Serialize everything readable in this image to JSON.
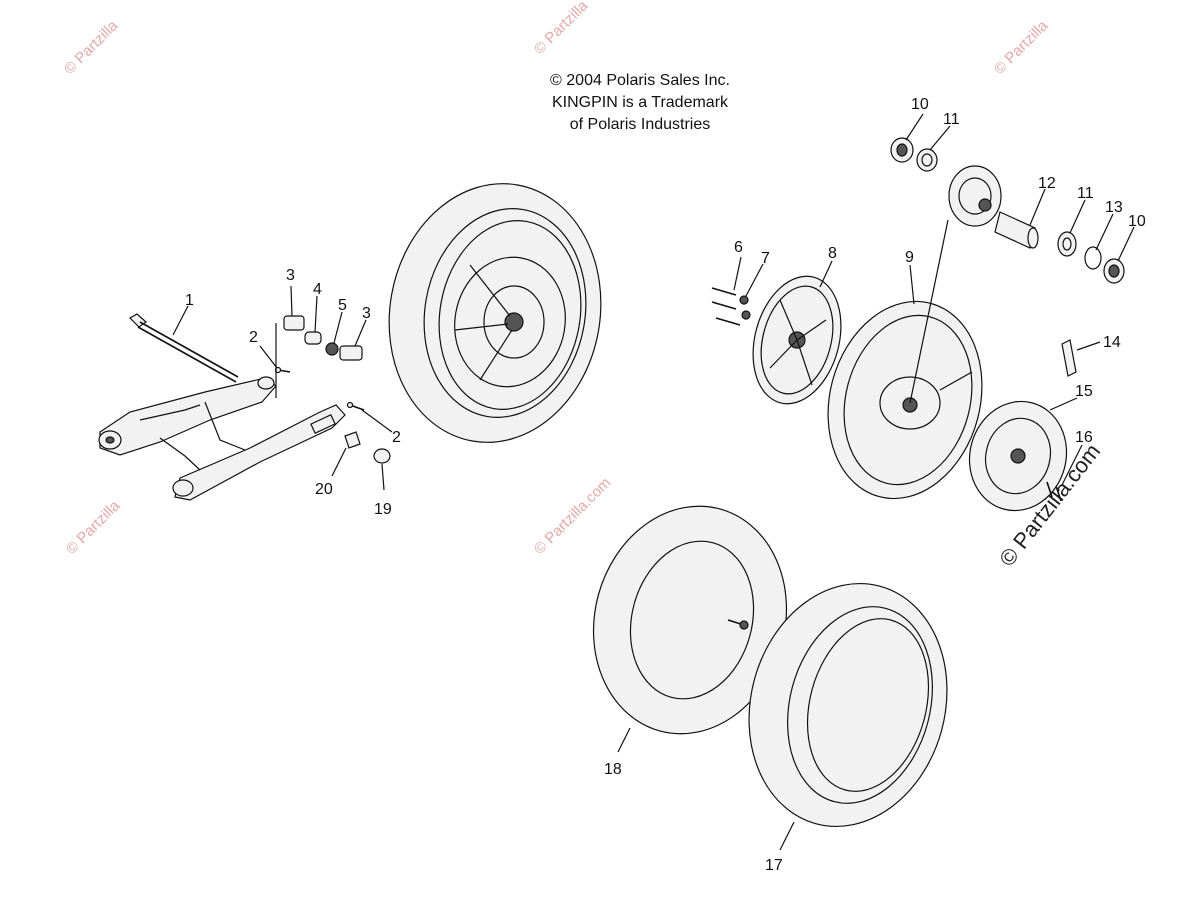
{
  "header": {
    "copyright_line": "© 2004 Polaris Sales Inc.",
    "trademark_line1": "KINGPIN is a Trademark",
    "trademark_line2": "of Polaris Industries"
  },
  "watermark": {
    "small": "© Partzilla",
    "small_com": "© Partzilla.com",
    "large": "© Partzilla.com"
  },
  "callouts": {
    "c1": "1",
    "c2a": "2",
    "c2b": "2",
    "c3a": "3",
    "c3b": "3",
    "c4": "4",
    "c5": "5",
    "c6": "6",
    "c7": "7",
    "c8": "8",
    "c9": "9",
    "c10a": "10",
    "c10b": "10",
    "c11a": "11",
    "c11b": "11",
    "c12": "12",
    "c13": "13",
    "c14": "14",
    "c15": "15",
    "c16": "16",
    "c17": "17",
    "c18": "18",
    "c19": "19",
    "c20": "20"
  }
}
